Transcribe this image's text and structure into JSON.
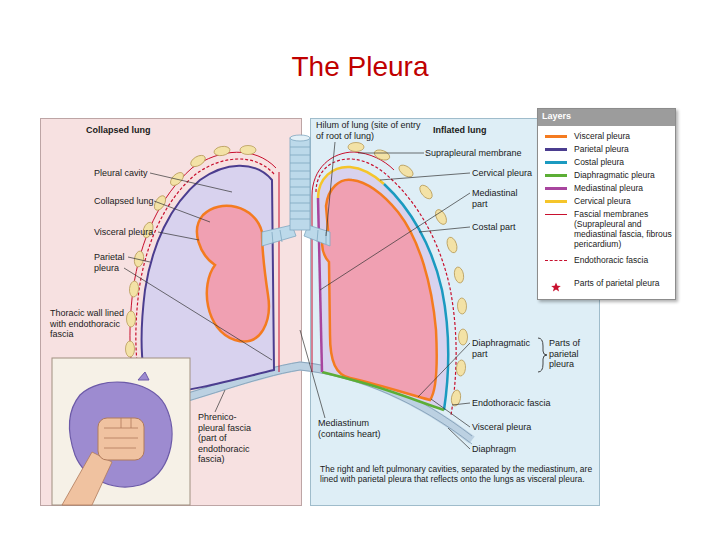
{
  "diagram": {
    "title": "The Pleura",
    "caption": "The right and left pulmonary cavities, separated by the mediastinum, are lined with parietal pleura that reflects onto the lungs as visceral pleura.",
    "nodes": [
      {
        "text": [
          "Collapsed lung"
        ]
      },
      {
        "text": [
          "Inflated lung"
        ]
      }
    ],
    "labels": [
      "Pleural cavity",
      "Collapsed lung",
      "Visceral pleura",
      "Parietal pleura",
      "Thoracic wall lined with endothoracic fascia",
      "Phrenico-pleural fascia (part of endothoracic fascia)",
      "Hilum of lung (site of entry of root of lung)",
      "Mediastinum (contains heart)",
      "Suprapleural membrane",
      "Cervical pleura",
      "Mediastinal part",
      "Costal part",
      "Diaphragmatic part",
      "Parts of parietal pleura",
      "Endothoracic fascia",
      "Visceral pleura",
      "Diaphragm",
      "Layers"
    ],
    "legend": [
      {
        "text": "Visceral pleura",
        "color": "#f47b20"
      },
      {
        "text": "Parietal pleura",
        "color": "#4b3d8f"
      },
      {
        "text": "Costal pleura",
        "color": "#1b9ac0"
      },
      {
        "text": "Diaphragmatic pleura",
        "color": "#5cae35"
      },
      {
        "text": "Mediastinal pleura",
        "color": "#a8459e"
      },
      {
        "text": "Cervical pleura",
        "color": "#f5c52a"
      },
      {
        "text": "Fascial membranes (Suprapleural and mediastinal fascia, fibrous pericardium)",
        "color": "#c8102e"
      },
      {
        "text": "Endothoracic fascia"
      },
      {
        "text": "Parts of parietal pleura"
      }
    ]
  }
}
